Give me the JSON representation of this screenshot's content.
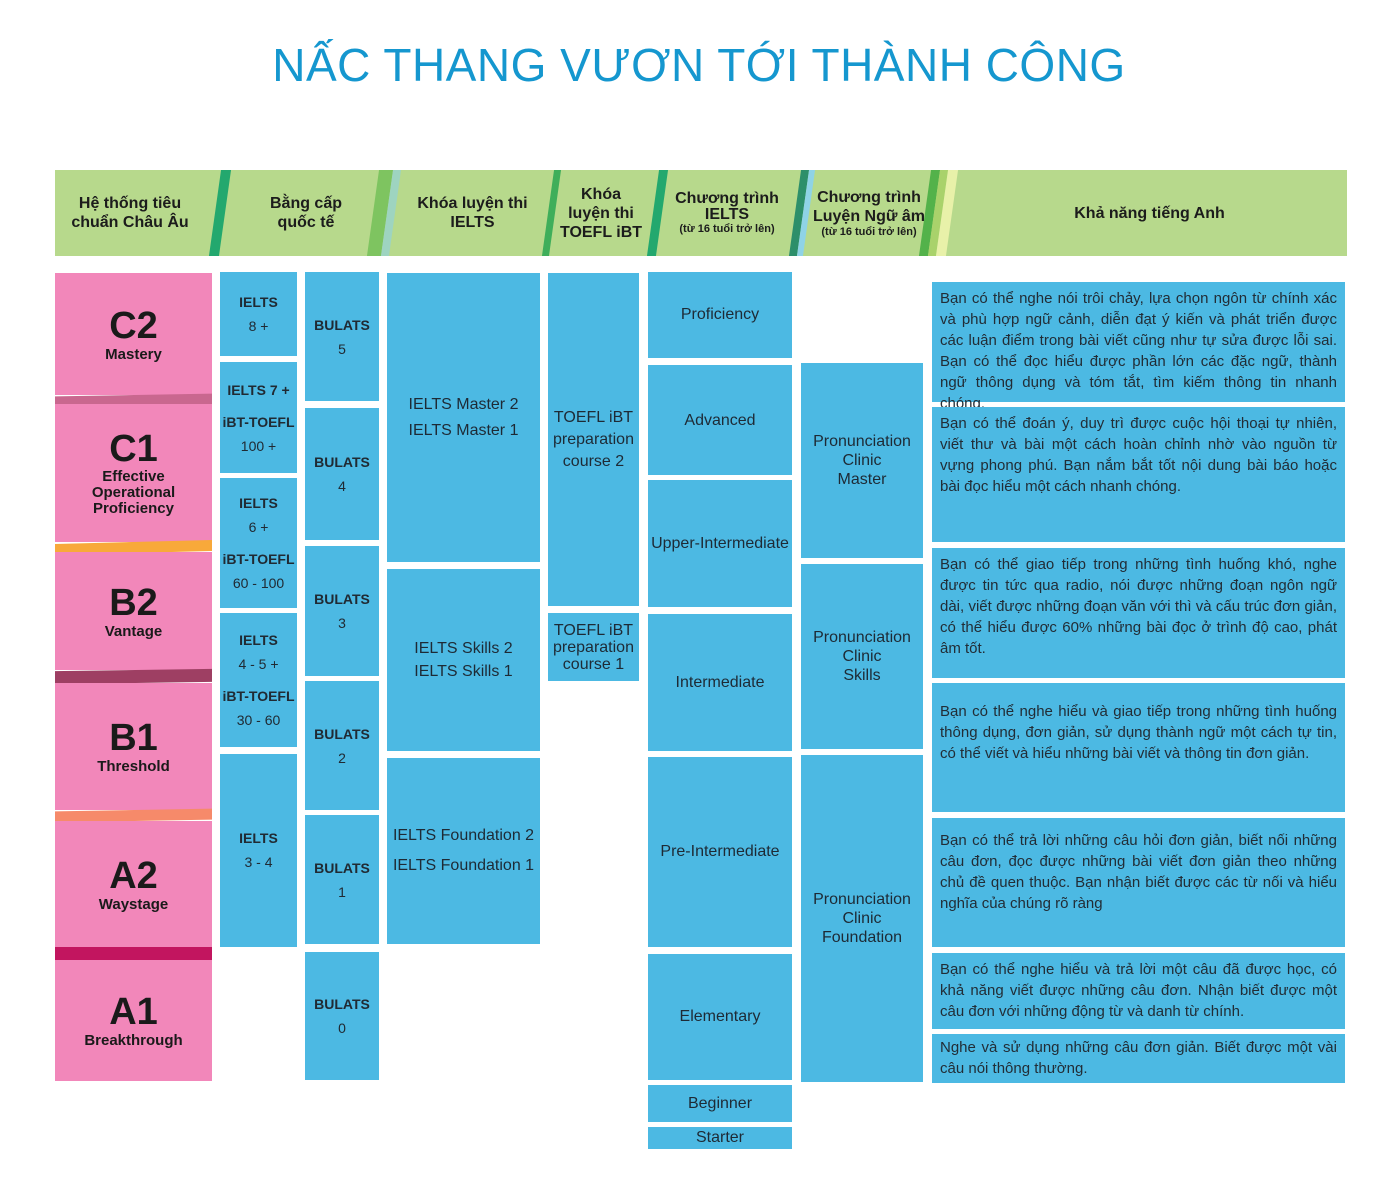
{
  "title": "NẤC  THANG VƯƠN TỚI THÀNH CÔNG",
  "headers": {
    "european": "Hệ thống tiêu\nchuẩn Châu Âu",
    "certificates": "Bằng cấp\nquốc tế",
    "ielts_course": "Khóa luyện thi\nIELTS",
    "toefl_course": "Khóa\nluyện thi\nTOEFL iBT",
    "ielts_program": "Chương trình\nIELTS",
    "ielts_program_sub": "(từ 16 tuổi trở lên)",
    "pron_program": "Chương trình\nLuyện Ngữ âm",
    "pron_program_sub": "(từ 16 tuổi trở lên)",
    "ability": "Khả năng tiếng Anh"
  },
  "levels": [
    {
      "code": "C2",
      "name": "Mastery"
    },
    {
      "code": "C1",
      "name": "Effective\nOperational\nProficiency"
    },
    {
      "code": "B2",
      "name": "Vantage"
    },
    {
      "code": "B1",
      "name": "Threshold"
    },
    {
      "code": "A2",
      "name": "Waystage"
    },
    {
      "code": "A1",
      "name": "Breakthrough"
    }
  ],
  "certificates": [
    {
      "line1": "IELTS",
      "line2": "8 +"
    },
    {
      "line1": "IELTS 7 +",
      "line2": "iBT-TOEFL",
      "line3": "100 +"
    },
    {
      "line1": "IELTS",
      "line2": "6 +",
      "line3": "iBT-TOEFL",
      "line4": "60 - 100"
    },
    {
      "line1": "IELTS",
      "line2": "4 - 5 +",
      "line3": "iBT-TOEFL",
      "line4": "30 - 60"
    },
    {
      "line1": "IELTS",
      "line2": "3 - 4"
    }
  ],
  "bulats": [
    {
      "label": "BULATS",
      "value": "5"
    },
    {
      "label": "BULATS",
      "value": "4"
    },
    {
      "label": "BULATS",
      "value": "3"
    },
    {
      "label": "BULATS",
      "value": "2"
    },
    {
      "label": "BULATS",
      "value": "1"
    },
    {
      "label": "BULATS",
      "value": "0"
    }
  ],
  "ielts_courses": [
    {
      "line1": "IELTS Master 2",
      "line2": "IELTS Master 1"
    },
    {
      "line1": "IELTS Skills 2",
      "line2": "IELTS Skills 1"
    },
    {
      "line1": "IELTS Foundation 2",
      "line2": "IELTS Foundation 1"
    }
  ],
  "toefl_courses": [
    "TOEFL iBT\npreparation\ncourse 2",
    "TOEFL iBT\npreparation\ncourse 1"
  ],
  "ielts_program": [
    "Proficiency",
    "Advanced",
    "Upper-Intermediate",
    "Intermediate",
    "Pre-Intermediate",
    "Elementary",
    "Beginner",
    "Starter"
  ],
  "pronunciation": [
    "Pronunciation\nClinic\nMaster",
    "Pronunciation\nClinic\nSkills",
    "Pronunciation\nClinic\nFoundation"
  ],
  "abilities": [
    "Bạn có thể nghe nói trôi chảy, lựa chọn ngôn từ chính xác và phù hợp ngữ cảnh, diễn đạt ý kiến và phát triển được các luận điểm trong bài viết cũng như tự sửa được lỗi sai. Bạn có thể đọc hiểu được phần lớn các đặc ngữ, thành ngữ thông dụng và tóm tắt, tìm kiếm thông tin nhanh chóng.",
    "Bạn có thể đoán ý, duy trì được cuộc hội thoại tự nhiên, viết thư và bài một cách hoàn chỉnh nhờ vào nguồn từ vựng phong phú. Bạn nắm bắt tốt nội dung bài báo hoặc bài đọc hiểu một cách nhanh chóng.",
    "Bạn có thể giao tiếp trong những tình huống khó, nghe được tin tức qua radio, nói được những đoạn ngôn ngữ dài, viết được những đoạn văn với thì và cấu trúc đơn giản, có thể hiểu được 60% những bài đọc ở trình độ cao, phát âm tốt.",
    "Bạn có thể nghe hiểu và giao tiếp trong những tình huống thông dụng, đơn giản, sử dụng thành ngữ một cách tự tin, có thể viết và hiểu những bài viết và thông tin đơn giản.",
    "Bạn có thể trả lời những câu hỏi đơn giản, biết nối những câu đơn, đọc được những bài viết đơn giản theo những chủ đề quen thuộc. Bạn nhận biết được các từ nối và hiểu nghĩa của chúng rõ ràng",
    "Bạn có thể nghe hiểu và trả lời một câu đã được học, có khả năng viết được những câu đơn. Nhận biết được một câu đơn với những động từ và danh từ chính.",
    "Nghe và sử dụng những câu đơn giản. Biết được một vài câu nói thông thường."
  ],
  "colors": {
    "title": "#1597cf",
    "header_bg": "#b7d98c",
    "box": "#4cb9e3",
    "level": "#f287ba"
  }
}
